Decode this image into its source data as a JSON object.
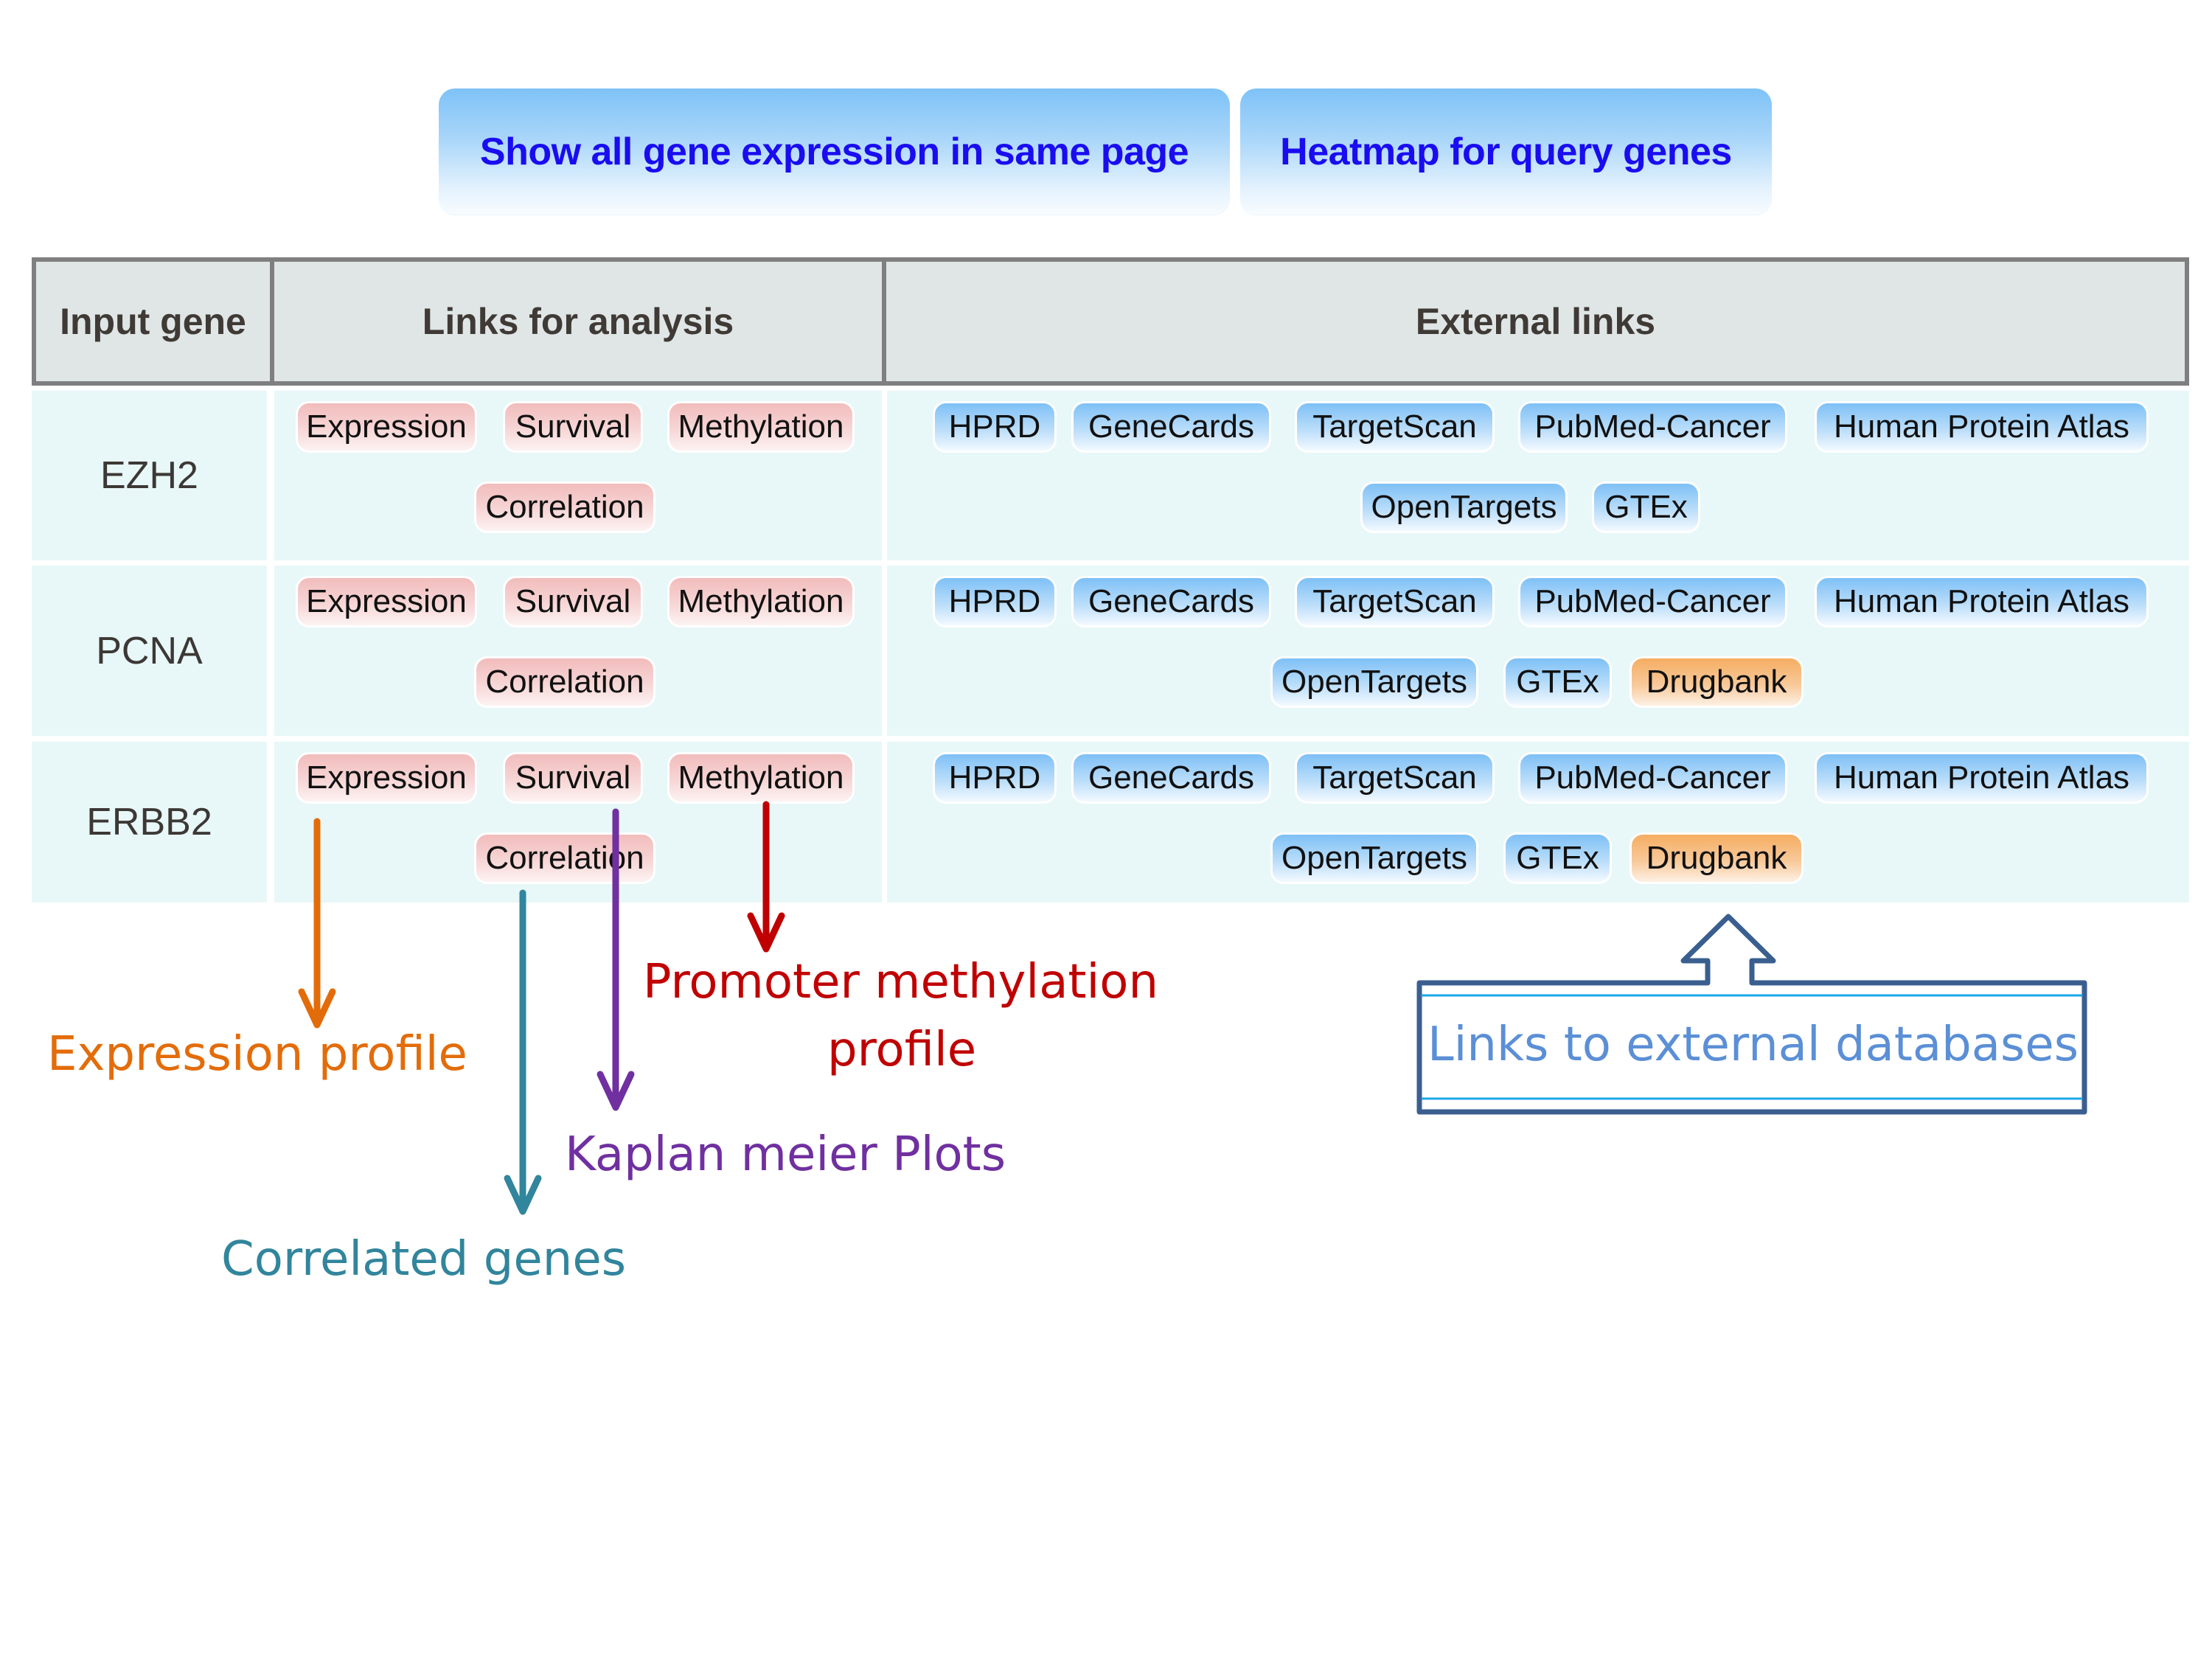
{
  "top_buttons": {
    "show_all": "Show all gene expression in same page",
    "heatmap": "Heatmap for query genes"
  },
  "table": {
    "headers": [
      "Input gene",
      "Links for analysis",
      "External links"
    ],
    "rows": [
      {
        "gene": "EZH2",
        "analysis": [
          "Expression",
          "Survival",
          "Methylation",
          "Correlation"
        ],
        "external": [
          "HPRD",
          "GeneCards",
          "TargetScan",
          "PubMed-Cancer",
          "Human Protein Atlas",
          "OpenTargets",
          "GTEx"
        ]
      },
      {
        "gene": "PCNA",
        "analysis": [
          "Expression",
          "Survival",
          "Methylation",
          "Correlation"
        ],
        "external": [
          "HPRD",
          "GeneCards",
          "TargetScan",
          "PubMed-Cancer",
          "Human Protein Atlas",
          "OpenTargets",
          "GTEx",
          "Drugbank"
        ]
      },
      {
        "gene": "ERBB2",
        "analysis": [
          "Expression",
          "Survival",
          "Methylation",
          "Correlation"
        ],
        "external": [
          "HPRD",
          "GeneCards",
          "TargetScan",
          "PubMed-Cancer",
          "Human Protein Atlas",
          "OpenTargets",
          "GTEx",
          "Drugbank"
        ]
      }
    ]
  },
  "annotations": {
    "expression": {
      "text": "Expression profile",
      "color": "#e36c0a"
    },
    "methylation": {
      "line1": "Promoter methylation",
      "line2": "profile",
      "color": "#c00000"
    },
    "survival": {
      "text": "Kaplan meier Plots",
      "color": "#7030a0"
    },
    "correlation": {
      "text": "Correlated genes",
      "color": "#31859c"
    },
    "external": {
      "text": "Links to external databases",
      "color": "#5b8fd6",
      "box_color": "#3a5f8f"
    }
  },
  "colors": {
    "analysis_pill": "#f2bcbc",
    "external_pill": "#7ec0f6",
    "drugbank_pill": "#f5ad62",
    "header_bg": "#e0e6e6",
    "row_bg": "#e8f7f7",
    "top_button_text": "#1a0cf0"
  }
}
